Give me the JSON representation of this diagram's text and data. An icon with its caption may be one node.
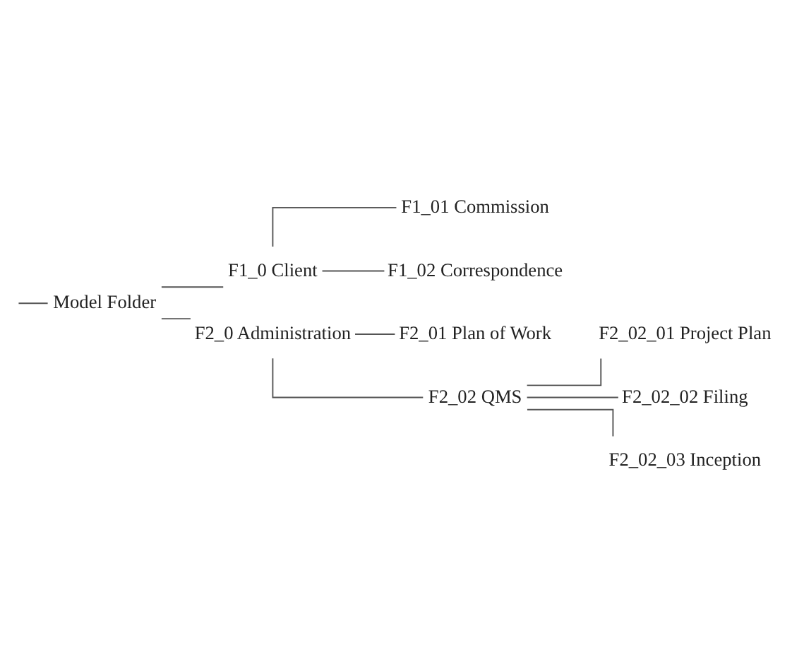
{
  "diagram": {
    "nodes": [
      {
        "text": [
          "Model Folder"
        ]
      },
      {
        "text": [
          "F1_0 Client"
        ]
      },
      {
        "text": [
          "F1_01 Commission"
        ]
      },
      {
        "text": [
          "F1_02 Correspondence"
        ]
      },
      {
        "text": [
          "F2_0 Administration"
        ]
      },
      {
        "text": [
          "F2_01 Plan of Work"
        ]
      },
      {
        "text": [
          "F2_02 QMS"
        ]
      },
      {
        "text": [
          "F2_02_01 Project Plan"
        ]
      },
      {
        "text": [
          "F2_02_02 Filing"
        ]
      },
      {
        "text": [
          "F2_02_03 Inception"
        ]
      }
    ],
    "edges": [
      {
        "from": null,
        "to": 0,
        "arrow": "none"
      },
      {
        "from": 0,
        "to": 1,
        "arrow": "none"
      },
      {
        "from": 1,
        "to": 2,
        "arrow": "none"
      },
      {
        "from": 1,
        "to": 3,
        "arrow": "none"
      },
      {
        "from": 0,
        "to": 4,
        "arrow": "none"
      },
      {
        "from": 4,
        "to": 5,
        "arrow": "none"
      },
      {
        "from": 4,
        "to": 6,
        "arrow": "none"
      },
      {
        "from": 6,
        "to": 7,
        "arrow": "none"
      },
      {
        "from": 6,
        "to": 8,
        "arrow": "none"
      },
      {
        "from": 6,
        "to": 9,
        "arrow": "none"
      }
    ]
  }
}
